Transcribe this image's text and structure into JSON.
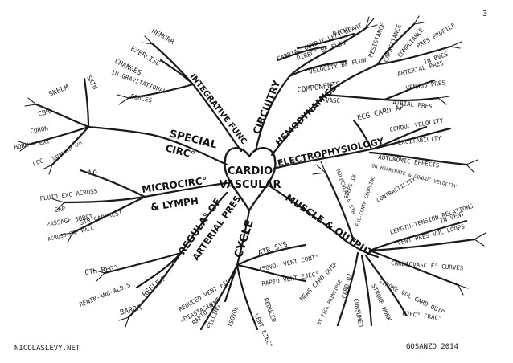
{
  "page_number": "3",
  "center": {
    "line1": "CARDIO",
    "line2": "VASCULAR"
  },
  "branches": {
    "circuitry": "CIRCUITRY",
    "hemodynamics": "HEMODYNAMICS",
    "electrophysiology": "ELECTROPHYSIOLOGY",
    "muscle_output": "MUSCLE & OUTPUT",
    "cycle": "CYCLE",
    "regula": "REGULA° OF",
    "arterial_pres": "ARTERIAL PRES",
    "microcirc": "MICROCIRC°",
    "lymph": "& LYMPH",
    "special": "SPECIAL",
    "circo": "CIRC°",
    "integrative": "INTEGRATIVE FUNC"
  },
  "leaves": {
    "card_output_left_heart": "CARDIAC OUTPUT LEFT HEART",
    "direct_bf": "DIREC° BF FLOW",
    "right": "RIGHT",
    "velocity_bf": "VELOCITY BF FLOW",
    "resistance": "RESISTANCE",
    "capacitance": "CAPACITANCE",
    "compliance": "COMPLIANCE",
    "pres_profile": "PRES PROFILE",
    "in_bves": "IN BVES",
    "arterial_pres_leaf": "ARTERIAL PRES",
    "venous_pres": "VENOUS PRES",
    "atrial_pres": "ATRIAL PRES",
    "components": "COMPONENTS",
    "vasc": "VASC",
    "ecg_card_ap": "ECG CARD AP",
    "conduc_velocity": "CONDUC VELOCITY",
    "excitability": "EXCITABILITY",
    "autonomic_effects": "AUTONOMIC EFFECTS",
    "on_heartrate": "ON HEARTRATE & CONDUC VELOCITY",
    "molecular_str": "MOLECULAR & STR",
    "steps_in": "STEPS IN",
    "exc_contr": "EXC-CONTR COUPLING",
    "contractility": "CONTRACTILITY",
    "length_tension": "LENGTH-TENSION RELATIONS",
    "in_vent": "IN VENT",
    "vent_pres_vol": "VENT PRES-VOL LOOPS",
    "cardiovasc_curves": "CARDIOVASC F° CURVES",
    "stroke_vol": "STROKE VOL CARD OUTP",
    "esec_fraco": "EJEC° FRAC°",
    "stroke_work": "STROKE WORK",
    "consumed": "CONSUMED",
    "card_o2": "CARD O2",
    "by_fick": "BY FICK PRINCIPLE",
    "meas_card_outp": "MEAS CARD OUTP",
    "atr_sys": "ATR SYS",
    "isovol_vent_cont": "ISOVOL VENT CONT°",
    "rapid_vent_ejec": "RAPID VENT EJEC°",
    "reduced": "REDUCED",
    "vent_ejec": "VENT EJEC°",
    "isovol": "ISOVOL",
    "reduced_vent_fill": "REDUCED VENT FIL",
    "diastasis": "=DIASTASIS",
    "rapid_vent": "RAPID VENT",
    "filling": "FILLING",
    "baror": "BAROR",
    "reflex": "REFLEX",
    "renin": "RENIN-ANG-ALD.S",
    "oth_rego": "OTH REG°",
    "fluid_exc": "FLUID EXC ACROSS",
    "cap": "CAP",
    "passage_subst": "PASSAGE SUBST",
    "across_cap_wall": "ACROSS CAP WALL",
    "str_cap_rest": "STR CAP REST",
    "no": "NO",
    "horm_ext": "HORM - EXT",
    "loc": "LOC",
    "intrinsic_gut": "INTRINSIC GUT",
    "coron": "CORON",
    "cbr": "CBR",
    "skelm": "SKELM",
    "skin": "SKIN",
    "hemorr": "HEMORR",
    "exercise": "EXERCISE",
    "changes": "CHANGES",
    "in_gravitational": "IN GRAVITATIONAL",
    "forces": "FORCES"
  },
  "footer": {
    "left": "NICOLASLEVY.NET",
    "right": "GOSANZO 2014"
  }
}
